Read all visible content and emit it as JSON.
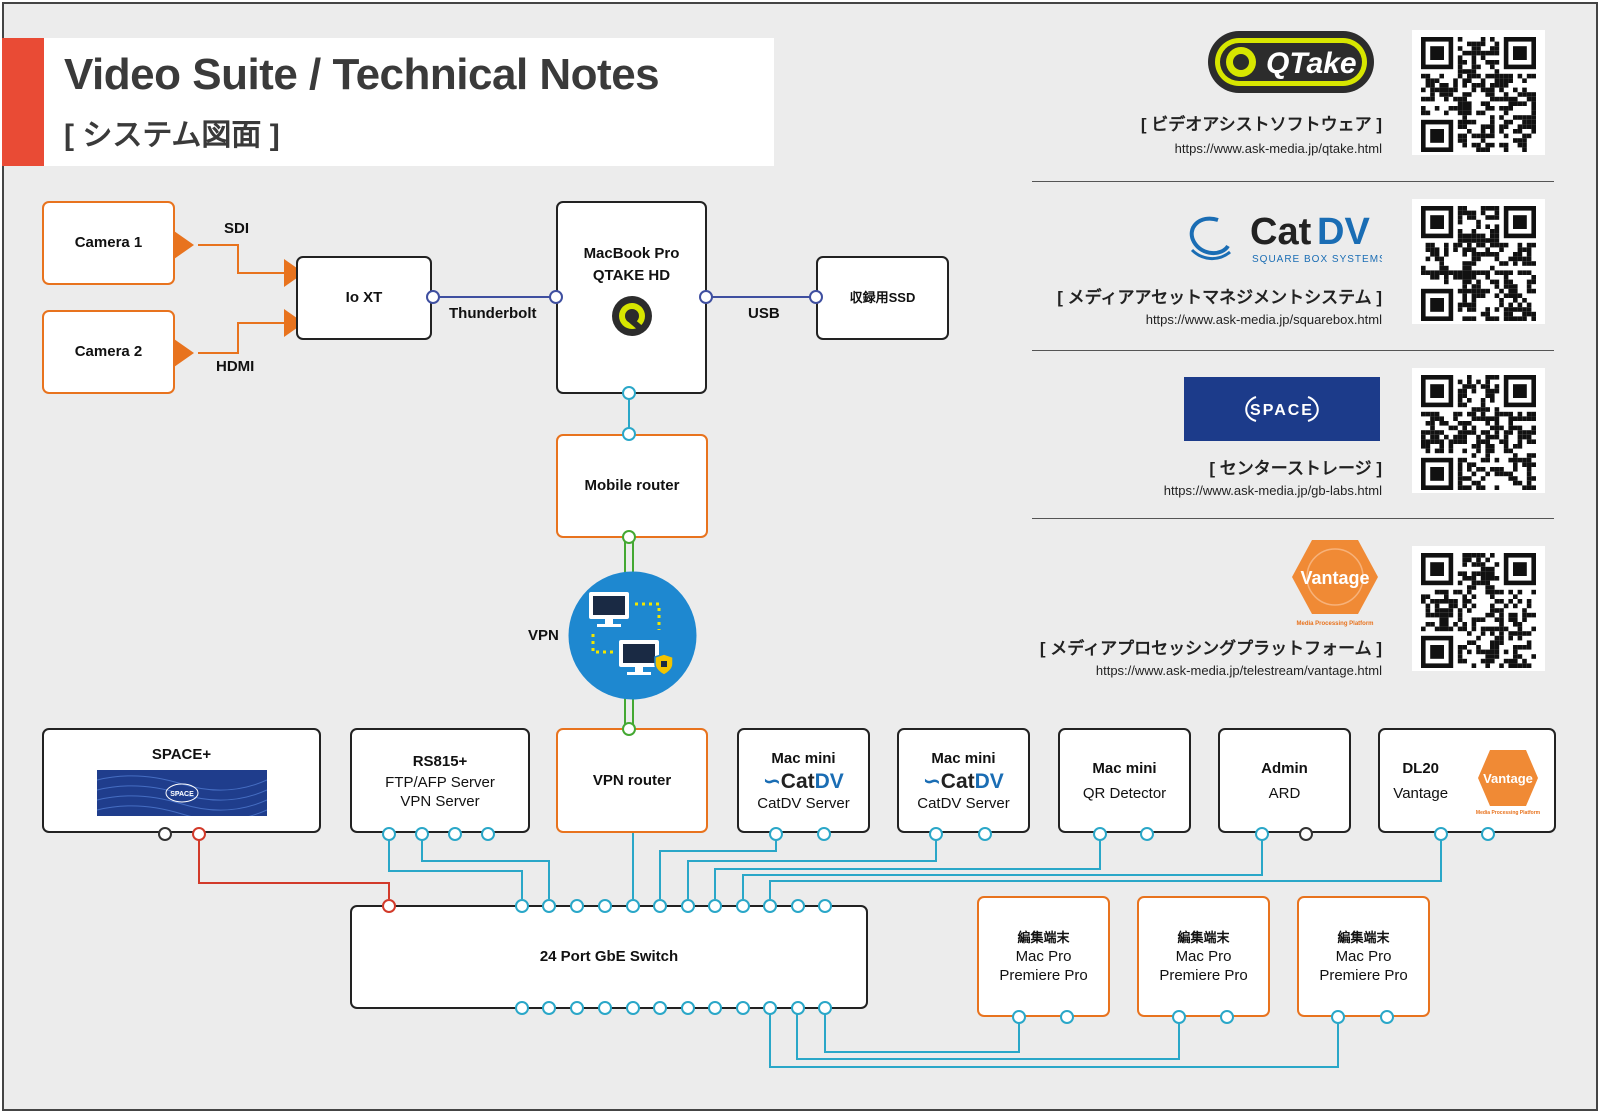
{
  "title": {
    "main": "Video Suite / Technical Notes",
    "sub": "[ システム図面 ]"
  },
  "nodes": {
    "camera1": "Camera 1",
    "camera2": "Camera 2",
    "io_xt": "Io XT",
    "macbook": [
      "MacBook Pro",
      "QTAKE HD"
    ],
    "ssd": "収録用SSD",
    "mobile_router": "Mobile router",
    "vpn": "VPN",
    "vpn_router": "VPN router",
    "space_plus": "SPACE+",
    "space_logo_text": "SPACE",
    "rs815": [
      "RS815+",
      "FTP/AFP Server",
      "VPN Server"
    ],
    "macmini_catdv": [
      "Mac mini",
      "CatDV Server"
    ],
    "macmini_qr": [
      "Mac mini",
      "QR Detector"
    ],
    "admin": [
      "Admin",
      "ARD"
    ],
    "dl20": [
      "DL20",
      "Vantage"
    ],
    "switch": "24 Port GbE Switch",
    "edit_terminal": [
      "編集端末",
      "Mac Pro",
      "Premiere Pro"
    ]
  },
  "connections": {
    "sdi": "SDI",
    "hdmi": "HDMI",
    "thunderbolt": "Thunderbolt",
    "usb": "USB"
  },
  "logos": {
    "qtake": "QTake",
    "catdv_cat": "Cat",
    "catdv_dv": "DV",
    "catdv_tagline": "SQUARE BOX SYSTEMS LTD",
    "space": "SPACE",
    "vantage": "Vantage",
    "vantage_tagline": "Media Processing Platform"
  },
  "products": [
    {
      "desc": "[ ビデオアシストソフトウェア ]",
      "url": "https://www.ask-media.jp/qtake.html"
    },
    {
      "desc": "[ メディアアセットマネジメントシステム ]",
      "url": "https://www.ask-media.jp/squarebox.html"
    },
    {
      "desc": "[ センターストレージ ]",
      "url": "https://www.ask-media.jp/gb-labs.html"
    },
    {
      "desc": "[ メディアプロセッシングプラットフォーム ]",
      "url": "https://www.ask-media.jp/telestream/vantage.html"
    }
  ],
  "colors": {
    "accent_red": "#e94b35",
    "orange": "#e8731e",
    "ethernet_cyan": "#2aa7c8",
    "vpn_green": "#44a832",
    "storage_red": "#d23a2a",
    "thunderbolt_navy": "#3f4fa0",
    "vpn_circle": "#1e88d0",
    "qtake_yellow": "#d7e600",
    "catdv_blue": "#1a6db4",
    "space_navy": "#1c3b8a",
    "vantage_orange": "#f08a35"
  }
}
